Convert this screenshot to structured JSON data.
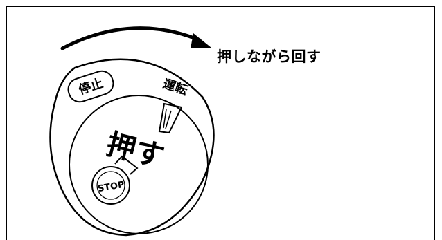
{
  "instruction": "押しながら回す",
  "dial": {
    "stop_position": "停止",
    "run_position": "運転",
    "push_label": "押す",
    "button_label": "STOP"
  },
  "icons": {
    "rotation_arrow": "clockwise-arrow-icon",
    "indicator": "pointer-icon"
  },
  "colors": {
    "line": "#000000",
    "background": "#ffffff"
  }
}
